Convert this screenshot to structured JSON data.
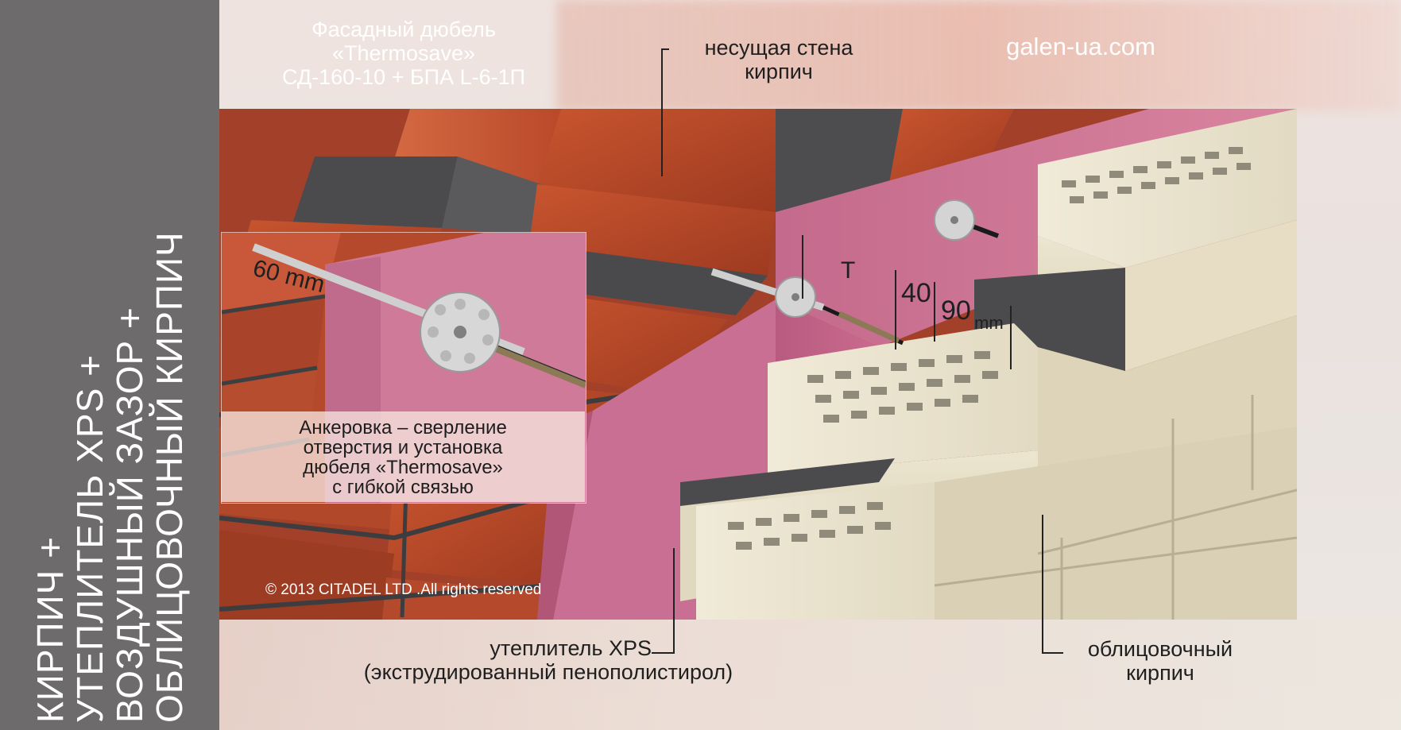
{
  "sidebar": {
    "lines": [
      "КИРПИЧ +",
      "УТЕПЛИТЕЛЬ XPS +",
      "ВОЗДУШНЫЙ ЗАЗОР +",
      "ОБЛИЦОВОЧНЫЙ КИРПИЧ"
    ]
  },
  "header": {
    "title_lines": [
      "Фасадный дюбель",
      "«Thermosave»",
      "СД-160-10 + БПА L-6-1П"
    ],
    "site": "galen-ua.com"
  },
  "labels": {
    "load_bearing_wall": [
      "несущая стена",
      "кирпич"
    ],
    "insulation": [
      "утеплитель XPS",
      "(экструдированный пенополистирол)"
    ],
    "facing_brick": [
      "облицовочный",
      "кирпич"
    ]
  },
  "dimensions": {
    "inset_depth": "60 mm",
    "gap": "40",
    "facing": "90",
    "unit": "mm",
    "marker": "T"
  },
  "inset": {
    "caption_lines": [
      "Анкеровка – сверление",
      "отверстия и установка",
      "дюбеля «Thermosave»",
      "с гибкой связью"
    ]
  },
  "copyright": "© 2013 CITADEL LTD .All rights reserved",
  "colors": {
    "sidebar": "#6d6b6b",
    "red_brick": "#b8472a",
    "mortar": "#4a4a4c",
    "xps": "#d07a9a",
    "facing_brick": "#e4dcc2",
    "dowel": "#c9c9c9"
  }
}
